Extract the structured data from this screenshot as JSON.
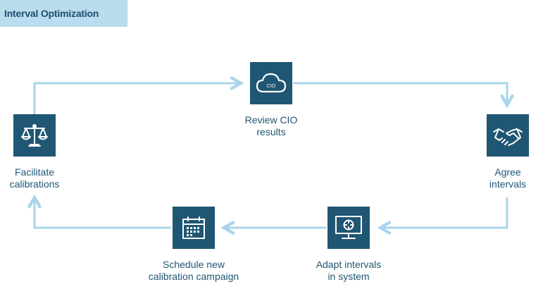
{
  "header": {
    "title": "Interval Optimization"
  },
  "steps": [
    {
      "id": "review",
      "line1": "Review CIO",
      "line2": "results",
      "icon": "cloud-icon",
      "icon_text": "CIO"
    },
    {
      "id": "agree",
      "line1": "Agree",
      "line2": "intervals",
      "icon": "handshake-icon"
    },
    {
      "id": "adapt",
      "line1": "Adapt intervals",
      "line2": "in system",
      "icon": "monitor-icon"
    },
    {
      "id": "schedule",
      "line1": "Schedule new",
      "line2": "calibration campaign",
      "icon": "calendar-icon"
    },
    {
      "id": "facilitate",
      "line1": "Facilitate",
      "line2": "calibrations",
      "icon": "scales-icon"
    }
  ],
  "colors": {
    "box": "#1f5673",
    "label": "#1f5673",
    "arrow": "#a9d4ec",
    "title_bg": "#b9dcee",
    "title_text": "#1d4f6e"
  }
}
